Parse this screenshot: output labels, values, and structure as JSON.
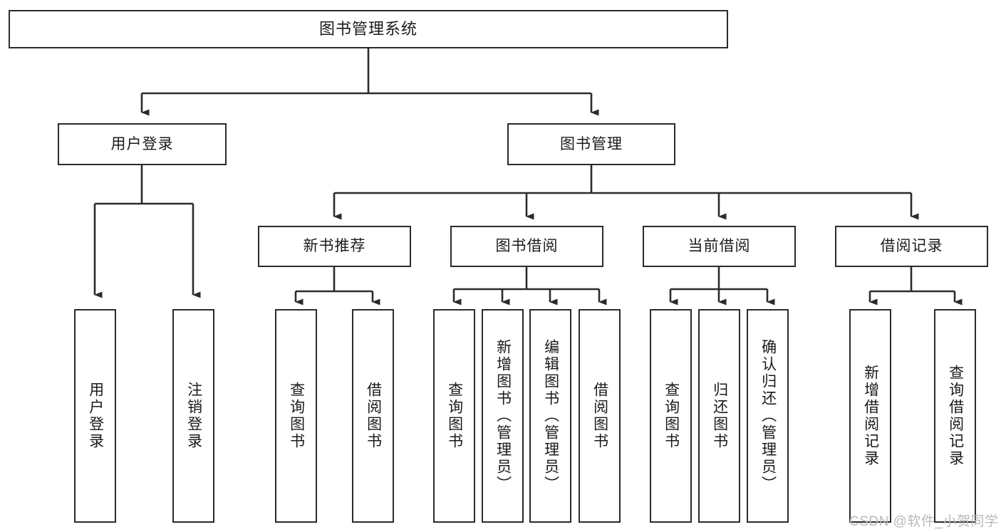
{
  "diagram": {
    "type": "tree-hierarchy-chart",
    "title": "图书管理系统",
    "orientation": "top-down",
    "line_color": "#2b2b2b",
    "box_fill": "#ffffff",
    "text_color": "#1a1a1a"
  },
  "nodes": {
    "root": {
      "label": "图书管理系统",
      "level": 0
    },
    "level1": [
      {
        "id": "user-login",
        "label": "用户登录"
      },
      {
        "id": "book-manage",
        "label": "图书管理"
      }
    ],
    "level2": [
      {
        "id": "new-book-recommend",
        "label": "新书推荐",
        "parent": "book-manage"
      },
      {
        "id": "book-borrow",
        "label": "图书借阅",
        "parent": "book-manage"
      },
      {
        "id": "current-borrow",
        "label": "当前借阅",
        "parent": "book-manage"
      },
      {
        "id": "borrow-record",
        "label": "借阅记录",
        "parent": "book-manage"
      }
    ],
    "leaves": [
      {
        "id": "leaf-user-login",
        "label": "用户登录",
        "parent": "user-login"
      },
      {
        "id": "leaf-logout",
        "label": "注销登录",
        "parent": "user-login"
      },
      {
        "id": "leaf-query-book-1",
        "label": "查询图书",
        "parent": "new-book-recommend"
      },
      {
        "id": "leaf-borrow-book-1",
        "label": "借阅图书",
        "parent": "new-book-recommend"
      },
      {
        "id": "leaf-query-book-2",
        "label": "查询图书",
        "parent": "book-borrow"
      },
      {
        "id": "leaf-add-book",
        "label": "新增图书（管理员）",
        "parent": "book-borrow"
      },
      {
        "id": "leaf-edit-book",
        "label": "编辑图书（管理员）",
        "parent": "book-borrow"
      },
      {
        "id": "leaf-borrow-book-2",
        "label": "借阅图书",
        "parent": "book-borrow"
      },
      {
        "id": "leaf-query-book-3",
        "label": "查询图书",
        "parent": "current-borrow"
      },
      {
        "id": "leaf-return-book",
        "label": "归还图书",
        "parent": "current-borrow"
      },
      {
        "id": "leaf-confirm-return",
        "label": "确认归还（管理员）",
        "parent": "current-borrow"
      },
      {
        "id": "leaf-add-record",
        "label": "新增借阅记录",
        "parent": "borrow-record"
      },
      {
        "id": "leaf-query-record",
        "label": "查询借阅记录",
        "parent": "borrow-record"
      }
    ]
  },
  "watermark": {
    "text": "CSDN @软件_小贺同学"
  }
}
